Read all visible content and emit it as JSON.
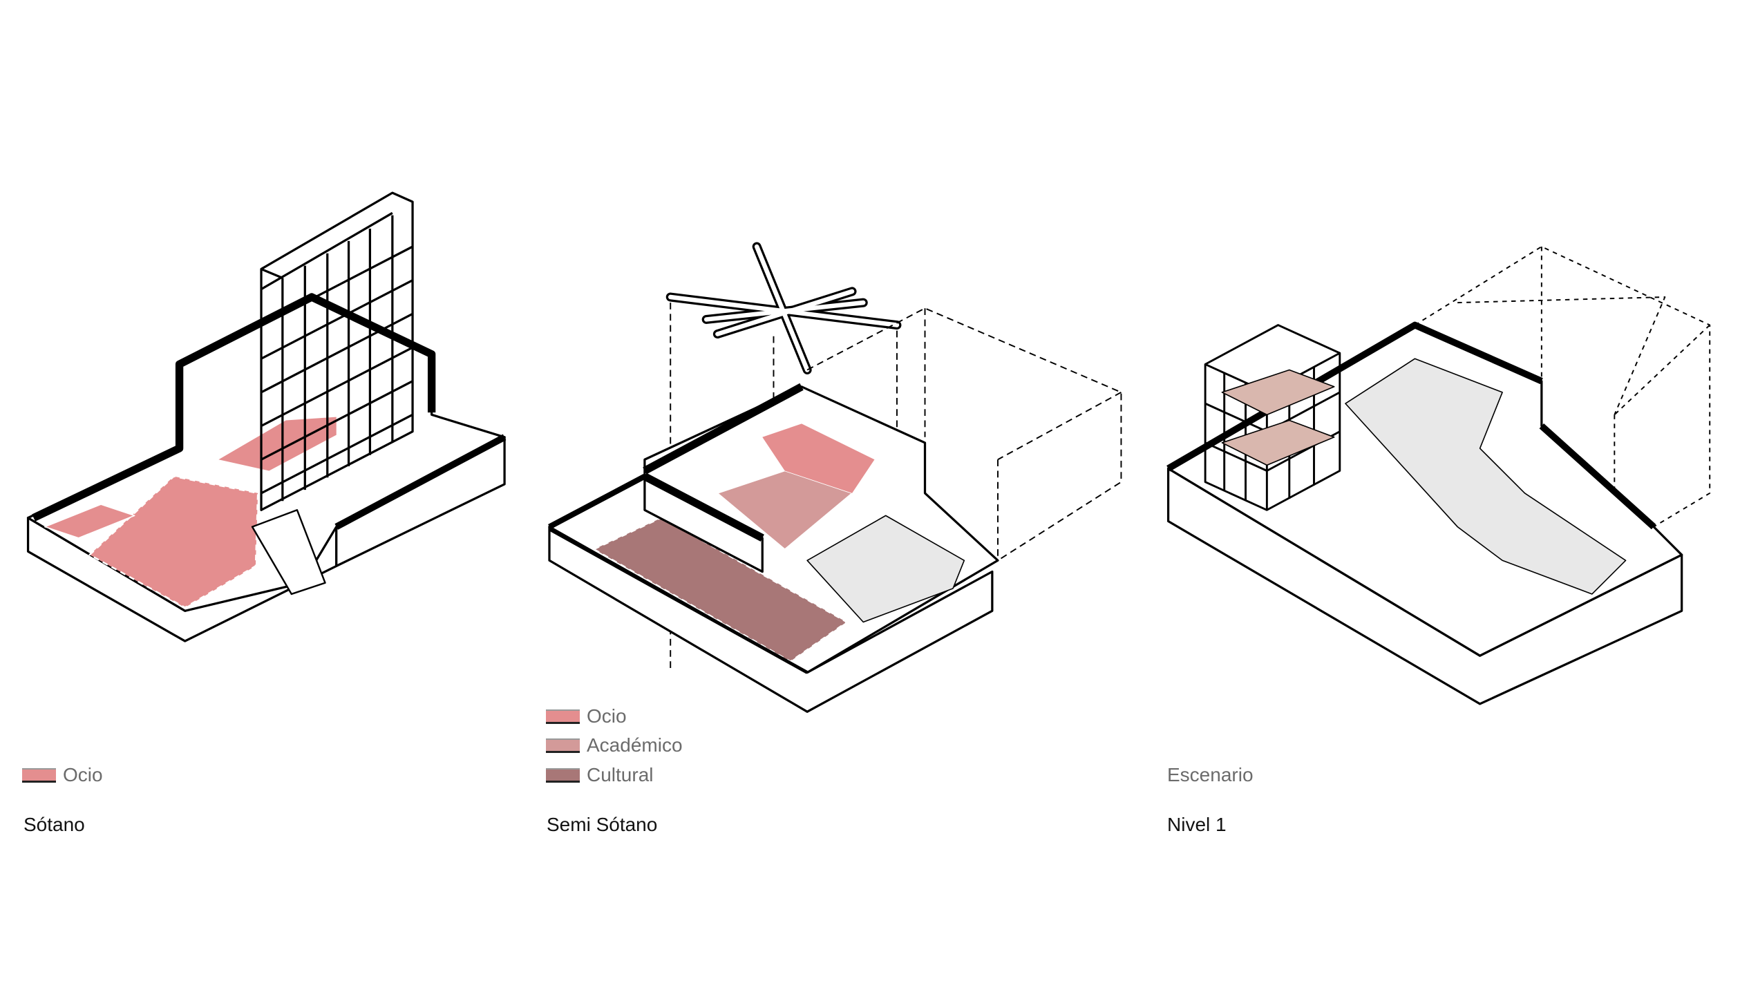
{
  "colors": {
    "ocio": "#e48e8f",
    "academico": "#d39a99",
    "cultural": "#a87777",
    "escenario_floor": "#e8e8e8"
  },
  "panels": [
    {
      "caption": "Sótano",
      "legend": [
        {
          "label": "Ocio",
          "color": "#e48e8f"
        }
      ]
    },
    {
      "caption": "Semi Sótano",
      "legend": [
        {
          "label": "Ocio",
          "color": "#e48e8f"
        },
        {
          "label": "Académico",
          "color": "#d39a99"
        },
        {
          "label": "Cultural",
          "color": "#a87777"
        }
      ]
    },
    {
      "caption": "Nivel 1",
      "legend": [
        {
          "label": "Escenario"
        }
      ]
    }
  ]
}
